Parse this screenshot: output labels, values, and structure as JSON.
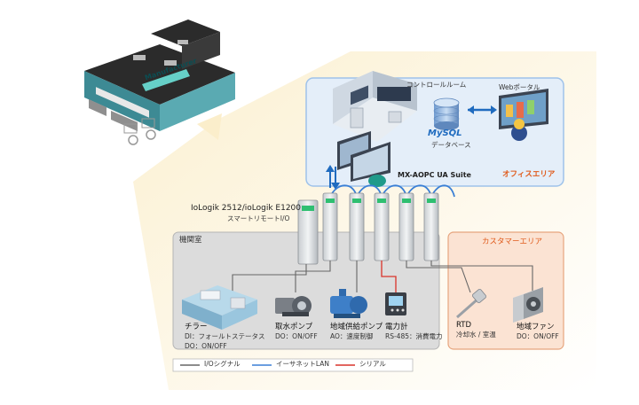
{
  "colors": {
    "io_signal": "#666666",
    "ethernet": "#3a7fd5",
    "serial": "#d9342b",
    "office_bg": "#e4eef9",
    "customer_bg": "#fbe3d3",
    "machine_room_bg": "#dcdcdc",
    "accent_orange": "#e05a1a",
    "fan_bg": "#fbf1da"
  },
  "building": {
    "sign": "Manufacturer"
  },
  "office": {
    "control_room": "コントロールルーム",
    "web_portal": "Webポータル",
    "database_logo": "MySQL",
    "database": "データベース",
    "suite": "MX-AOPC UA Suite",
    "area": "オフィスエリア"
  },
  "iologik": {
    "title": "IoLogik 2512/ioLogik E1200",
    "subtitle": "スマートリモートI/O"
  },
  "machine_room": {
    "title": "機関室"
  },
  "customer_area": {
    "title": "カスタマーエリア"
  },
  "devices": [
    {
      "name": "チラー",
      "details": [
        "DI：フォールトステータス",
        "DO：ON/OFF"
      ]
    },
    {
      "name": "取水ポンプ",
      "details": [
        "DO：ON/OFF"
      ]
    },
    {
      "name": "地域供給ポンプ",
      "details": [
        "AO：速度制御"
      ]
    },
    {
      "name": "電力計",
      "details": [
        "RS-485：消費電力"
      ]
    },
    {
      "name": "RTD",
      "details": [
        "冷却水 / 室温"
      ]
    },
    {
      "name": "地域ファン",
      "details": [
        "DO：ON/OFF"
      ]
    }
  ],
  "legend": {
    "io_signal": "I/Oシグナル",
    "ethernet": "イーサネットLAN",
    "serial": "シリアル"
  }
}
